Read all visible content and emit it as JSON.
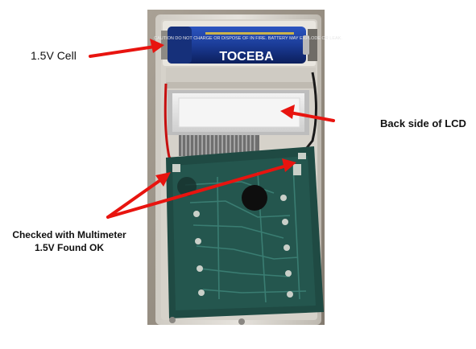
{
  "annotations": {
    "cell_label": "1.5V Cell",
    "lcd_label": "Back side of LCD",
    "check_line1": "Checked with Multimeter",
    "check_line2": "1.5V Found OK"
  },
  "battery": {
    "brand": "TOCEBA",
    "warning_text": "CAUTION DO NOT CHARGE OR DISPOSE OF IN FIRE. BATTERY MAY EXPLODE OR LEAK."
  },
  "colors": {
    "arrow": "#e8140f",
    "battery_blue": "#1b3c97",
    "pcb_green": "#1f4a43",
    "case": "#d9d6cf"
  }
}
